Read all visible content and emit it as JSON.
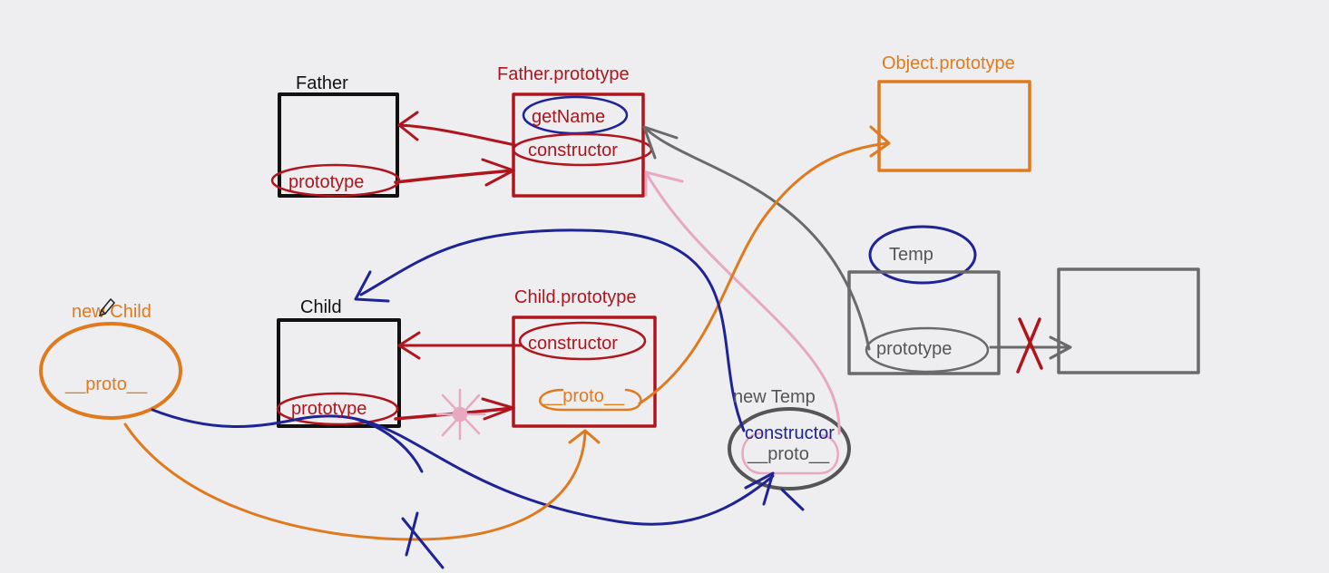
{
  "colors": {
    "background": "#eeeef0",
    "black": "#111111",
    "red": "#b0141c",
    "orange": "#e07a1e",
    "blue": "#1e2496",
    "gray": "#6a6a6a",
    "pink": "#e8a8c0",
    "text_gray": "#555555"
  },
  "labels": {
    "father": "Father",
    "father_prototype_title": "Father.prototype",
    "get_name": "getName",
    "father_constructor": "constructor",
    "father_prototype_prop": "prototype",
    "object_prototype_title": "Object.prototype",
    "temp": "Temp",
    "temp_prototype_prop": "prototype",
    "new_child": "new Child",
    "new_child_proto": "__proto__",
    "child": "Child",
    "child_prototype_prop": "prototype",
    "child_prototype_title": "Child.prototype",
    "child_constructor": "constructor",
    "child_proto": "__proto__",
    "new_temp": "new Temp",
    "new_temp_constructor": "constructor",
    "new_temp_proto": "__proto__"
  }
}
